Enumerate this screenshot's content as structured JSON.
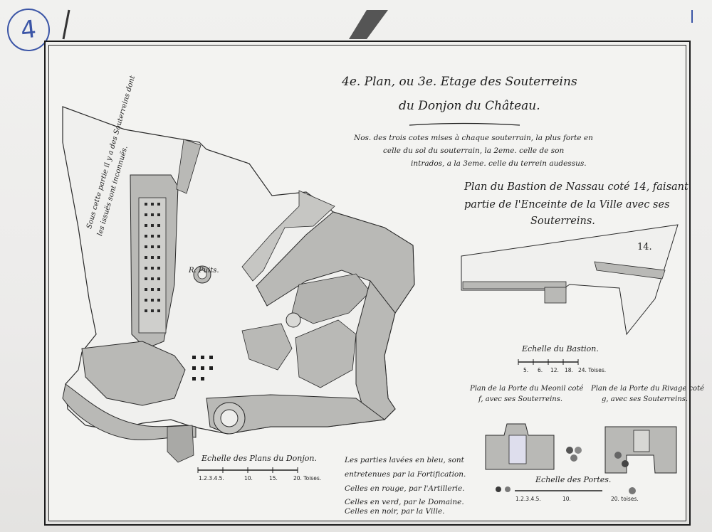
{
  "folio": "4",
  "title": {
    "line1": "4e. Plan, ou 3e. Etage des Souterreins",
    "line2": "du Donjon du Château."
  },
  "note": {
    "line1": "Nos. des trois cotes mises à chaque souterrain, la plus forte en",
    "line2": "celle du sol du souterrain, la 2eme. celle de son",
    "line3": "intrados, a la 3eme. celle du terrein audessus."
  },
  "bastion_title": {
    "line1": "Plan du Bastion de Nassau coté 14, faisant",
    "line2": "partie de l'Enceinte de la Ville avec ses",
    "line3": "Souterreins."
  },
  "bastion_number": "14.",
  "scale_bastion": {
    "label": "Echelle du Bastion.",
    "ticks": [
      "5.",
      "6.",
      "12.",
      "18.",
      "24. Toises."
    ]
  },
  "porte_meonil": {
    "line1": "Plan de la Porte du Meonil coté",
    "line2": "f, avec ses Souterreins."
  },
  "porte_rivage": {
    "line1": "Plan de la Porte du Rivage coté",
    "line2": "g, avec ses Souterreins."
  },
  "scale_portes": {
    "label": "Echelle des Portes.",
    "ticks": [
      "1.2.3.4.5.",
      "10.",
      "20. toises."
    ]
  },
  "scale_donjon": {
    "label": "Echelle des Plans du Donjon.",
    "ticks": [
      "1.2.3.4.5.",
      "10.",
      "15.",
      "20. Toises."
    ]
  },
  "legend": {
    "line1": "Les parties lavées en bleu, sont",
    "line2": "entretenues par la Fortification.",
    "line3": "Celles en rouge, par l'Artillerie.",
    "line4": "Celles en verd, par le Domaine.",
    "line5": "Celles en noir, par la Ville."
  },
  "puits_label": "R. Puits.",
  "side_note": {
    "line1": "Sous cette partie il y a des Souterreins dont",
    "line2": "les issuës sont inconnuës."
  },
  "colors": {
    "ink": "#1f1f1f",
    "wash": "#b9b9b6",
    "wash_dark": "#9d9d9a",
    "paper": "#f3f3f1",
    "folio_blue": "#3b55a6"
  }
}
